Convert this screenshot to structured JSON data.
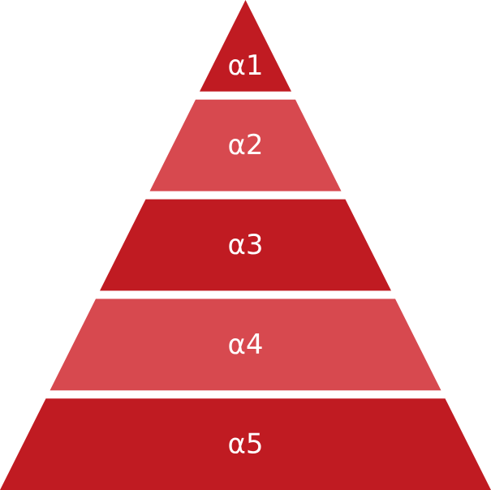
{
  "pyramid": {
    "levels": [
      {
        "label": "α1",
        "color": "#C01B22"
      },
      {
        "label": "α2",
        "color": "#D7494F"
      },
      {
        "label": "α3",
        "color": "#C01B22"
      },
      {
        "label": "α4",
        "color": "#D7494F"
      },
      {
        "label": "α5",
        "color": "#C01B22"
      }
    ]
  }
}
